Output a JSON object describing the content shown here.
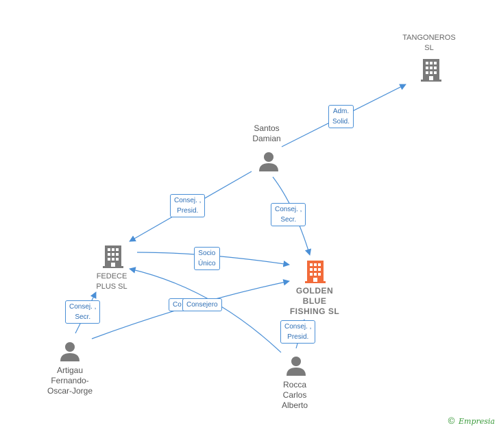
{
  "nodes": {
    "tangoneros": {
      "lines": [
        "TANGONEROS",
        "SL"
      ],
      "kind": "company"
    },
    "santos": {
      "lines": [
        "Santos",
        "Damian"
      ],
      "kind": "person"
    },
    "fedece": {
      "lines": [
        "FEDECE",
        "PLUS  SL"
      ],
      "kind": "company"
    },
    "golden": {
      "lines": [
        "GOLDEN",
        "BLUE",
        "FISHING  SL"
      ],
      "kind": "focus"
    },
    "artigau": {
      "lines": [
        "Artigau",
        "Fernando-",
        "Oscar-Jorge"
      ],
      "kind": "person"
    },
    "rocca": {
      "lines": [
        "Rocca",
        "Carlos",
        "Alberto"
      ],
      "kind": "person"
    }
  },
  "edges": {
    "adm_solid": [
      "Adm.",
      "Solid."
    ],
    "consej_presid_top": [
      "Consej. ,",
      "Presid."
    ],
    "consej_secr_top": [
      "Consej. ,",
      "Secr."
    ],
    "socio_unico": [
      "Socio",
      "Único"
    ],
    "consej_secr_left": [
      "Consej. ,",
      "Secr."
    ],
    "co_partial": [
      "Co"
    ],
    "consejero": [
      "Consejero"
    ],
    "consej_presid_bottom": [
      "Consej. ,",
      "Presid."
    ]
  },
  "colors": {
    "edge": "#4a8fd6",
    "icon_gray": "#7a7a7a",
    "icon_focus": "#f26b3a"
  },
  "footer": {
    "copyright": "©",
    "brand": "Empresia"
  }
}
